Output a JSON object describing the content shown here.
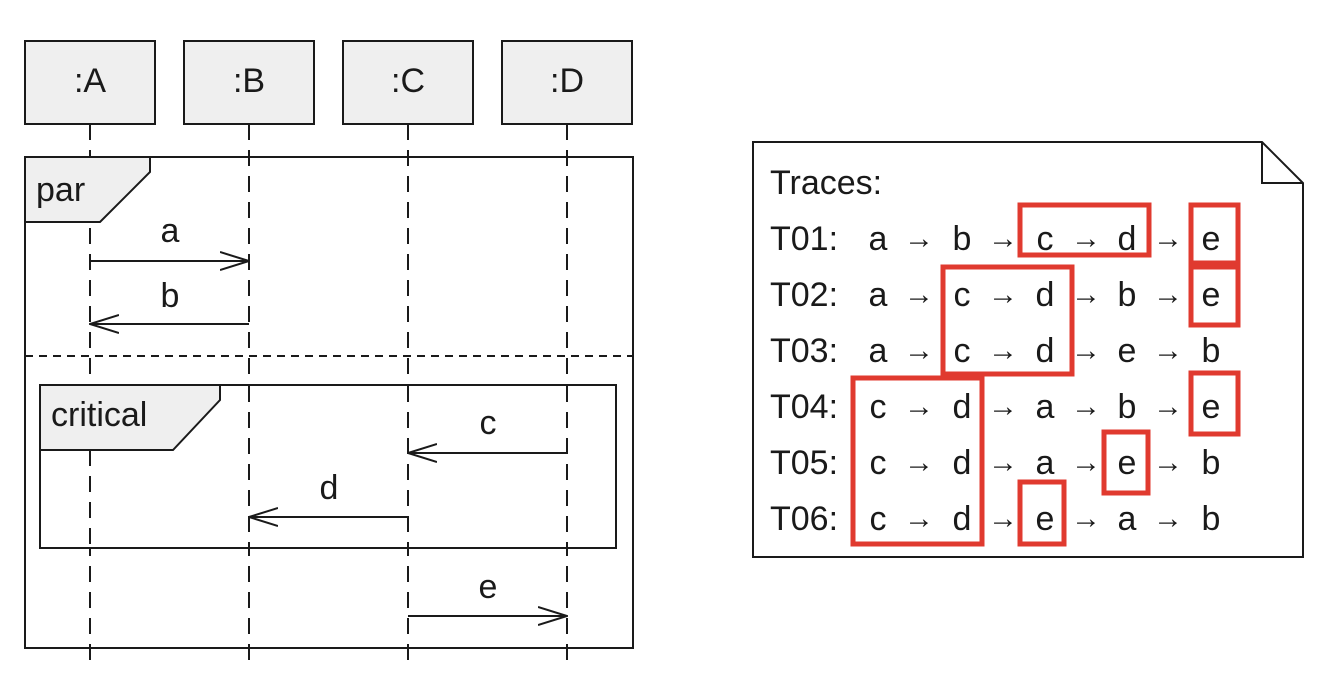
{
  "sequence_diagram": {
    "lifelines": [
      ":A",
      ":B",
      ":C",
      ":D"
    ],
    "par_fragment": {
      "operator": "par"
    },
    "critical_fragment": {
      "operator": "critical"
    },
    "messages": [
      "a",
      "b",
      "c",
      "d",
      "e"
    ]
  },
  "traces_note": {
    "title": "Traces:",
    "rows": [
      {
        "id": "T01:",
        "tokens": [
          "a",
          "b",
          "c",
          "d",
          "e"
        ]
      },
      {
        "id": "T02:",
        "tokens": [
          "a",
          "c",
          "d",
          "b",
          "e"
        ]
      },
      {
        "id": "T03:",
        "tokens": [
          "a",
          "c",
          "d",
          "e",
          "b"
        ]
      },
      {
        "id": "T04:",
        "tokens": [
          "c",
          "d",
          "a",
          "b",
          "e"
        ]
      },
      {
        "id": "T05:",
        "tokens": [
          "c",
          "d",
          "a",
          "e",
          "b"
        ]
      },
      {
        "id": "T06:",
        "tokens": [
          "c",
          "d",
          "e",
          "a",
          "b"
        ]
      }
    ],
    "arrow_symbol": "→"
  },
  "colors": {
    "highlight": "#e03a2f",
    "head_fill": "#efefef",
    "stroke": "#1a1a1a"
  }
}
